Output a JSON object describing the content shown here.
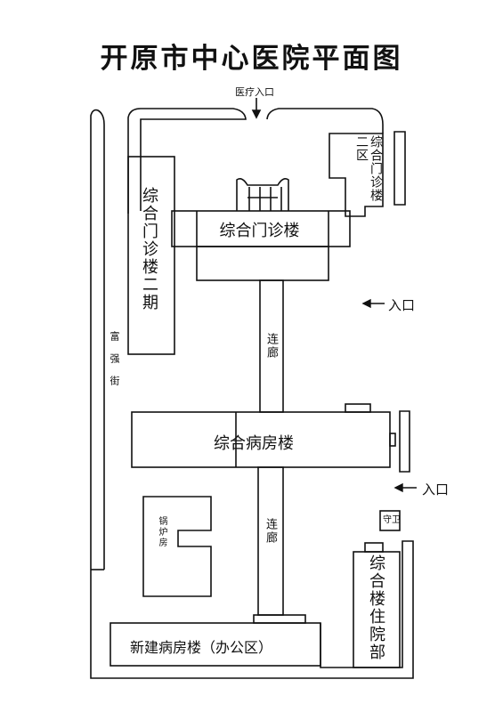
{
  "title": "开原市中心医院平面图",
  "entrances": {
    "medical": "医疗入口",
    "east_upper": "入口",
    "east_lower": "入口"
  },
  "buildings": {
    "outpatient_main": "综合门诊楼",
    "outpatient_phase2": "综合门诊楼二期",
    "outpatient_zone2": "综合门诊楼二区",
    "corridor_north": "连廊",
    "ward_building": "综合病房楼",
    "corridor_south": "连廊",
    "boiler_room": "锅炉房",
    "guard": "守卫",
    "inpatient_dept": "综合楼住院部",
    "new_ward": "新建病房楼（办公区）"
  },
  "street": "富强街"
}
